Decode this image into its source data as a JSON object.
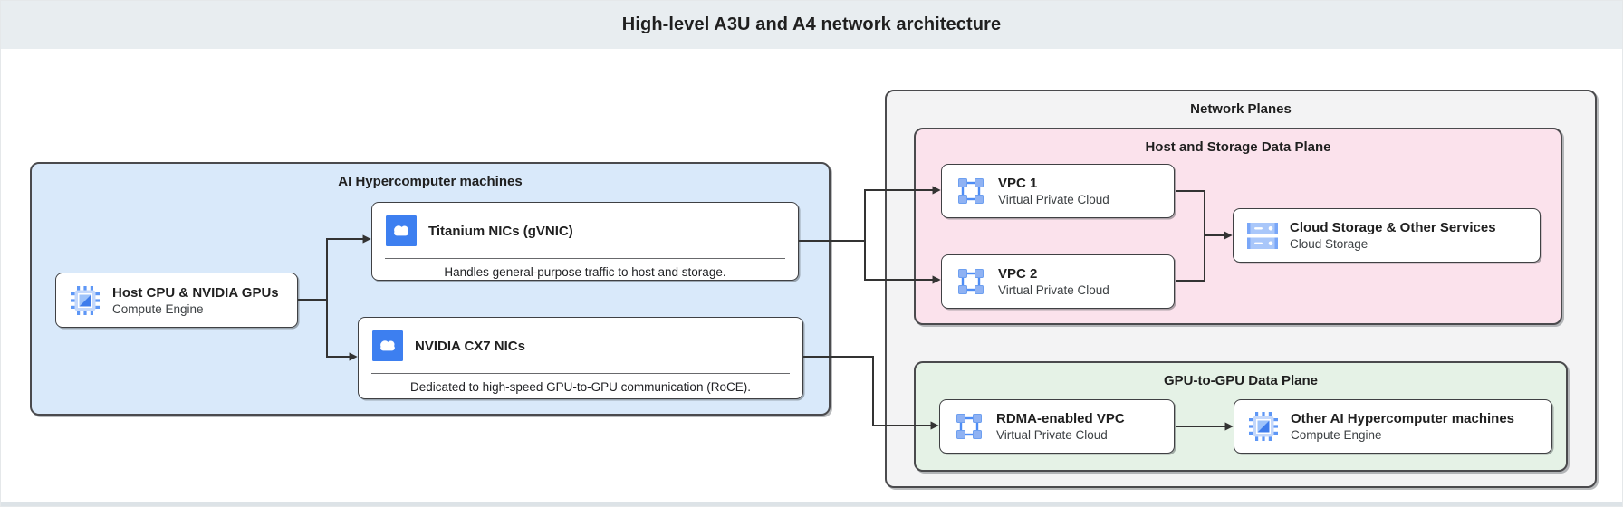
{
  "title_bar": {
    "title": "High-level A3U and A4 network architecture"
  },
  "containers": {
    "ai_machines": {
      "label": "AI Hypercomputer machines"
    },
    "network_planes": {
      "label": "Network Planes"
    },
    "host_storage_plane": {
      "label": "Host and Storage Data Plane"
    },
    "gpu_plane": {
      "label": "GPU-to-GPU Data Plane"
    }
  },
  "nodes": {
    "host_cpu": {
      "title": "Host CPU & NVIDIA GPUs",
      "subtitle": "Compute Engine",
      "icon": "compute-engine-icon"
    },
    "titanium_nics": {
      "title": "Titanium NICs (gVNIC)",
      "description": "Handles general-purpose traffic to host and storage.",
      "icon": "cloud-nic-icon"
    },
    "cx7_nics": {
      "title": "NVIDIA CX7 NICs",
      "description": "Dedicated to high-speed GPU-to-GPU communication (RoCE).",
      "icon": "cloud-nic-icon"
    },
    "vpc1": {
      "title": "VPC 1",
      "subtitle": "Virtual Private Cloud",
      "icon": "vpc-icon"
    },
    "vpc2": {
      "title": "VPC 2",
      "subtitle": "Virtual Private Cloud",
      "icon": "vpc-icon"
    },
    "cloud_storage": {
      "title": "Cloud Storage & Other Services",
      "subtitle": "Cloud Storage",
      "icon": "cloud-storage-icon"
    },
    "rdma_vpc": {
      "title": "RDMA-enabled VPC",
      "subtitle": "Virtual Private Cloud",
      "icon": "vpc-icon"
    },
    "other_machines": {
      "title": "Other AI Hypercomputer machines",
      "subtitle": "Compute Engine",
      "icon": "compute-engine-icon"
    }
  },
  "colors": {
    "titlebar_fill": "#e8edf0",
    "machines_fill": "#d9e9fa",
    "planes_fill": "#f3f3f4",
    "host_storage_fill": "#fbe2ec",
    "gpu_plane_fill": "#e5f2e6",
    "node_border": "#3f4043",
    "connector": "#333333",
    "google_blue": "#3d7ff0"
  }
}
